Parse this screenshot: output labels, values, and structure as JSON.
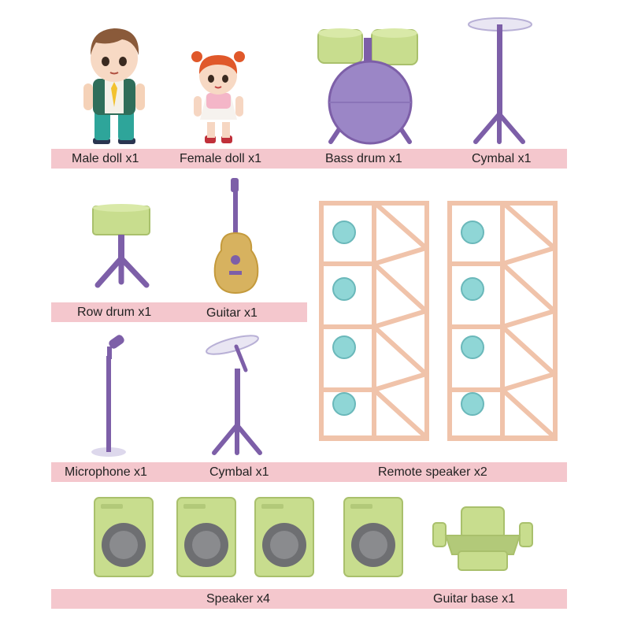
{
  "labels": {
    "male_doll": "Male doll x1",
    "female_doll": "Female doll x1",
    "bass_drum": "Bass drum x1",
    "cymbal_top": "Cymbal x1",
    "row_drum": "Row drum x1",
    "guitar": "Guitar x1",
    "microphone": "Microphone x1",
    "cymbal_bottom": "Cymbal x1",
    "remote_speaker": "Remote speaker x2",
    "speaker": "Speaker x4",
    "guitar_base": "Guitar base x1"
  },
  "colors": {
    "band": "#f4c7cd",
    "purple": "#7d5fa8",
    "lime": "#c8dd8e",
    "peach": "#f0c3aa",
    "teal": "#8fd6d6"
  }
}
